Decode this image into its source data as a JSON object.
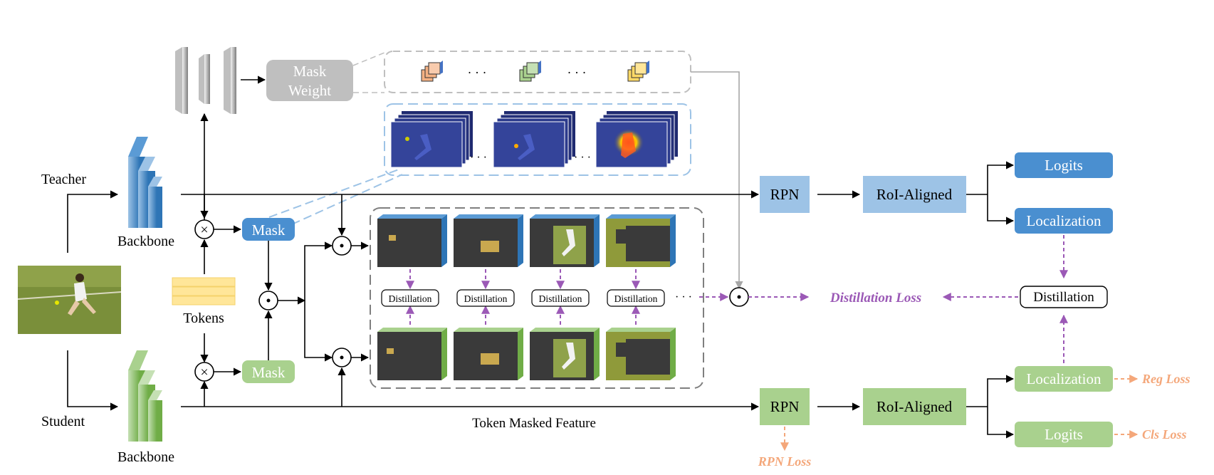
{
  "labels": {
    "teacher": "Teacher",
    "student": "Student",
    "backbone_teacher": "Backbone",
    "backbone_student": "Backbone",
    "tokens": "Tokens",
    "mask_teacher": "Mask",
    "mask_student": "Mask",
    "mask_weight_line1": "Mask",
    "mask_weight_line2": "Weight",
    "rpn_teacher": "RPN",
    "rpn_student": "RPN",
    "roi_teacher": "RoI-Aligned",
    "roi_student": "RoI-Aligned",
    "logits_teacher": "Logits",
    "logits_student": "Logits",
    "localization_teacher": "Localization",
    "localization_student": "Localization",
    "distillation_right": "Distillation",
    "distillation_loss": "Distillation Loss",
    "reg_loss": "Reg Loss",
    "cls_loss": "Cls Loss",
    "rpn_loss": "RPN Loss",
    "token_masked_feature": "Token Masked Feature",
    "distill_1": "Distillation",
    "distill_2": "Distillation",
    "distill_3": "Distillation",
    "distill_4": "Distillation",
    "ellipsis_mid": "· · ·",
    "ellipsis_top_1": "· · ·",
    "ellipsis_top_2": "· · ·",
    "ellipsis_heat_1": "· · ·",
    "ellipsis_heat_2": "· · ·",
    "times_sym": "×",
    "odot_sym": "⊙"
  },
  "colors": {
    "teacher_blue": "#5b9bd5",
    "teacher_blue_dark": "#2e75b6",
    "teacher_light": "#9dc3e6",
    "student_green": "#a9d18e",
    "student_green_dark": "#70ad47",
    "gray": "#bfbfbf",
    "purple": "#9b59b6",
    "orange": "#f4b183",
    "dark_feature": "#3a3a3a"
  }
}
